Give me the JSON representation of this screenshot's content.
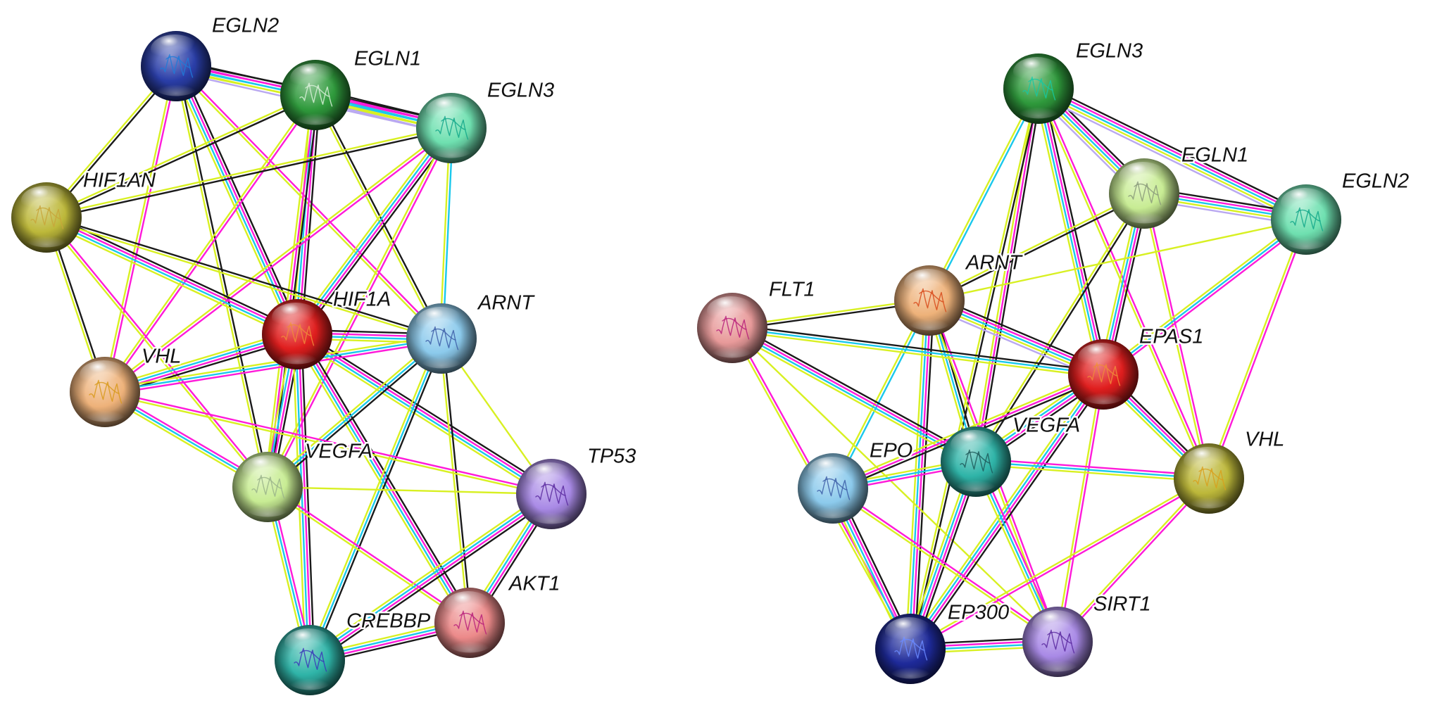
{
  "edge_colors": {
    "black": "#1a1a1a",
    "magenta": "#ff1ad9",
    "cyan": "#1ac8ec",
    "yellow": "#d8f022",
    "lavender": "#b9a8f0"
  },
  "networks": [
    {
      "id": "left",
      "nodes": [
        {
          "id": "EGLN2",
          "label": "EGLN2",
          "color": "#2a3ea8",
          "glyph": "#1e7ad8"
        },
        {
          "id": "EGLN1",
          "label": "EGLN1",
          "color": "#2f9a3c",
          "glyph": "#d8f0d8"
        },
        {
          "id": "EGLN3",
          "label": "EGLN3",
          "color": "#6fe0b0",
          "glyph": "#13a88a"
        },
        {
          "id": "HIF1AN",
          "label": "HIF1AN",
          "color": "#bdb83a",
          "glyph": "#c8a63a"
        },
        {
          "id": "HIF1A",
          "label": "HIF1A",
          "color": "#e01e1e",
          "glyph": "#f08a3a"
        },
        {
          "id": "ARNT",
          "label": "ARNT",
          "color": "#8ccaec",
          "glyph": "#3d5fa8"
        },
        {
          "id": "VHL",
          "label": "VHL",
          "color": "#eeb27a",
          "glyph": "#d89a1c"
        },
        {
          "id": "VEGFA",
          "label": "VEGFA",
          "color": "#c8ec94",
          "glyph": "#9ab48a"
        },
        {
          "id": "TP53",
          "label": "TP53",
          "color": "#a98ae6",
          "glyph": "#5a2aa0"
        },
        {
          "id": "AKT1",
          "label": "AKT1",
          "color": "#ec8a8a",
          "glyph": "#b8207a"
        },
        {
          "id": "CREBBP",
          "label": "CREBBP",
          "color": "#2fb4a8",
          "glyph": "#3a3ab8"
        }
      ],
      "edges": [
        {
          "a": "EGLN2",
          "b": "EGLN1",
          "t": [
            "black",
            "magenta",
            "cyan",
            "yellow"
          ]
        },
        {
          "a": "EGLN2",
          "b": "EGLN3",
          "t": [
            "black",
            "magenta",
            "cyan",
            "yellow",
            "lavender"
          ]
        },
        {
          "a": "EGLN2",
          "b": "HIF1AN",
          "t": [
            "black",
            "yellow"
          ]
        },
        {
          "a": "EGLN2",
          "b": "HIF1A",
          "t": [
            "black",
            "magenta",
            "cyan",
            "yellow"
          ]
        },
        {
          "a": "EGLN2",
          "b": "VHL",
          "t": [
            "magenta",
            "yellow"
          ]
        },
        {
          "a": "EGLN2",
          "b": "VEGFA",
          "t": [
            "black",
            "yellow"
          ]
        },
        {
          "a": "EGLN2",
          "b": "ARNT",
          "t": [
            "magenta",
            "yellow"
          ]
        },
        {
          "a": "EGLN1",
          "b": "EGLN3",
          "t": [
            "black",
            "magenta",
            "cyan",
            "yellow",
            "lavender"
          ]
        },
        {
          "a": "EGLN1",
          "b": "HIF1AN",
          "t": [
            "black",
            "yellow"
          ]
        },
        {
          "a": "EGLN1",
          "b": "HIF1A",
          "t": [
            "black",
            "magenta",
            "cyan",
            "yellow"
          ]
        },
        {
          "a": "EGLN1",
          "b": "VHL",
          "t": [
            "magenta",
            "yellow"
          ]
        },
        {
          "a": "EGLN1",
          "b": "VEGFA",
          "t": [
            "black",
            "magenta",
            "yellow"
          ]
        },
        {
          "a": "EGLN1",
          "b": "ARNT",
          "t": [
            "black",
            "yellow"
          ]
        },
        {
          "a": "EGLN3",
          "b": "HIF1AN",
          "t": [
            "black",
            "yellow"
          ]
        },
        {
          "a": "EGLN3",
          "b": "HIF1A",
          "t": [
            "black",
            "magenta",
            "cyan",
            "yellow"
          ]
        },
        {
          "a": "EGLN3",
          "b": "VHL",
          "t": [
            "magenta",
            "yellow"
          ]
        },
        {
          "a": "EGLN3",
          "b": "VEGFA",
          "t": [
            "magenta",
            "yellow"
          ]
        },
        {
          "a": "EGLN3",
          "b": "ARNT",
          "t": [
            "cyan",
            "yellow"
          ]
        },
        {
          "a": "HIF1AN",
          "b": "HIF1A",
          "t": [
            "black",
            "magenta",
            "cyan",
            "yellow"
          ]
        },
        {
          "a": "HIF1AN",
          "b": "VHL",
          "t": [
            "black",
            "yellow"
          ]
        },
        {
          "a": "HIF1AN",
          "b": "VEGFA",
          "t": [
            "magenta",
            "yellow"
          ]
        },
        {
          "a": "HIF1AN",
          "b": "ARNT",
          "t": [
            "black",
            "yellow"
          ]
        },
        {
          "a": "HIF1A",
          "b": "ARNT",
          "t": [
            "black",
            "magenta",
            "cyan",
            "yellow"
          ]
        },
        {
          "a": "HIF1A",
          "b": "VHL",
          "t": [
            "black",
            "magenta",
            "cyan",
            "yellow"
          ]
        },
        {
          "a": "HIF1A",
          "b": "VEGFA",
          "t": [
            "black",
            "magenta",
            "cyan",
            "yellow"
          ]
        },
        {
          "a": "HIF1A",
          "b": "TP53",
          "t": [
            "black",
            "magenta",
            "cyan",
            "yellow"
          ]
        },
        {
          "a": "HIF1A",
          "b": "AKT1",
          "t": [
            "black",
            "magenta",
            "cyan",
            "yellow"
          ]
        },
        {
          "a": "HIF1A",
          "b": "CREBBP",
          "t": [
            "black",
            "magenta",
            "cyan",
            "yellow"
          ]
        },
        {
          "a": "ARNT",
          "b": "VHL",
          "t": [
            "magenta",
            "cyan",
            "yellow"
          ]
        },
        {
          "a": "ARNT",
          "b": "VEGFA",
          "t": [
            "black",
            "cyan",
            "yellow"
          ]
        },
        {
          "a": "ARNT",
          "b": "TP53",
          "t": [
            "yellow"
          ]
        },
        {
          "a": "ARNT",
          "b": "AKT1",
          "t": [
            "black",
            "yellow"
          ]
        },
        {
          "a": "ARNT",
          "b": "CREBBP",
          "t": [
            "black",
            "cyan",
            "yellow"
          ]
        },
        {
          "a": "VHL",
          "b": "VEGFA",
          "t": [
            "magenta",
            "cyan",
            "yellow"
          ]
        },
        {
          "a": "VHL",
          "b": "TP53",
          "t": [
            "magenta",
            "yellow"
          ]
        },
        {
          "a": "VEGFA",
          "b": "TP53",
          "t": [
            "yellow"
          ]
        },
        {
          "a": "VEGFA",
          "b": "AKT1",
          "t": [
            "magenta",
            "yellow"
          ]
        },
        {
          "a": "VEGFA",
          "b": "CREBBP",
          "t": [
            "magenta",
            "cyan",
            "yellow"
          ]
        },
        {
          "a": "TP53",
          "b": "AKT1",
          "t": [
            "black",
            "magenta",
            "cyan",
            "yellow"
          ]
        },
        {
          "a": "TP53",
          "b": "CREBBP",
          "t": [
            "black",
            "magenta",
            "cyan",
            "yellow"
          ]
        },
        {
          "a": "AKT1",
          "b": "CREBBP",
          "t": [
            "black",
            "magenta",
            "cyan",
            "yellow"
          ]
        }
      ]
    },
    {
      "id": "right",
      "nodes": [
        {
          "id": "EGLN3",
          "label": "EGLN3",
          "color": "#2f9a3c",
          "glyph": "#18c8a0"
        },
        {
          "id": "EGLN1",
          "label": "EGLN1",
          "color": "#c8ec94",
          "glyph": "#8a9a7a"
        },
        {
          "id": "EGLN2",
          "label": "EGLN2",
          "color": "#6fe0b0",
          "glyph": "#13a88a"
        },
        {
          "id": "ARNT",
          "label": "ARNT",
          "color": "#eeb27a",
          "glyph": "#d84a1a"
        },
        {
          "id": "FLT1",
          "label": "FLT1",
          "color": "#e89a9a",
          "glyph": "#b8207a"
        },
        {
          "id": "EPAS1",
          "label": "EPAS1",
          "color": "#e01e1e",
          "glyph": "#f08a3a"
        },
        {
          "id": "VEGFA",
          "label": "VEGFA",
          "color": "#2fb4a8",
          "glyph": "#1e5a5a"
        },
        {
          "id": "EPO",
          "label": "EPO",
          "color": "#8ccaec",
          "glyph": "#3d5fa8"
        },
        {
          "id": "VHL",
          "label": "VHL",
          "color": "#bdb83a",
          "glyph": "#d8a01c"
        },
        {
          "id": "EP300",
          "label": "EP300",
          "color": "#1e2a9a",
          "glyph": "#6a8aff"
        },
        {
          "id": "SIRT1",
          "label": "SIRT1",
          "color": "#a98ae6",
          "glyph": "#5a2aa0"
        }
      ],
      "edges": [
        {
          "a": "EGLN3",
          "b": "EGLN1",
          "t": [
            "black",
            "magenta",
            "cyan",
            "yellow",
            "lavender"
          ]
        },
        {
          "a": "EGLN3",
          "b": "EGLN2",
          "t": [
            "black",
            "magenta",
            "cyan",
            "yellow",
            "lavender"
          ]
        },
        {
          "a": "EGLN3",
          "b": "EPAS1",
          "t": [
            "black",
            "magenta",
            "cyan",
            "yellow"
          ]
        },
        {
          "a": "EGLN3",
          "b": "VHL",
          "t": [
            "magenta",
            "yellow"
          ]
        },
        {
          "a": "EGLN3",
          "b": "VEGFA",
          "t": [
            "black",
            "magenta",
            "yellow"
          ]
        },
        {
          "a": "EGLN3",
          "b": "ARNT",
          "t": [
            "cyan",
            "yellow"
          ]
        },
        {
          "a": "EGLN3",
          "b": "EP300",
          "t": [
            "black",
            "yellow"
          ]
        },
        {
          "a": "EGLN1",
          "b": "EGLN2",
          "t": [
            "black",
            "magenta",
            "cyan",
            "yellow",
            "lavender"
          ]
        },
        {
          "a": "EGLN1",
          "b": "EPAS1",
          "t": [
            "black",
            "magenta",
            "cyan",
            "yellow"
          ]
        },
        {
          "a": "EGLN1",
          "b": "VHL",
          "t": [
            "magenta",
            "yellow"
          ]
        },
        {
          "a": "EGLN1",
          "b": "ARNT",
          "t": [
            "black",
            "yellow"
          ]
        },
        {
          "a": "EGLN1",
          "b": "VEGFA",
          "t": [
            "black",
            "yellow"
          ]
        },
        {
          "a": "EGLN2",
          "b": "EPAS1",
          "t": [
            "magenta",
            "cyan",
            "yellow"
          ]
        },
        {
          "a": "EGLN2",
          "b": "VHL",
          "t": [
            "magenta",
            "yellow"
          ]
        },
        {
          "a": "EGLN2",
          "b": "ARNT",
          "t": [
            "yellow"
          ]
        },
        {
          "a": "ARNT",
          "b": "FLT1",
          "t": [
            "black",
            "yellow"
          ]
        },
        {
          "a": "ARNT",
          "b": "EPAS1",
          "t": [
            "black",
            "magenta",
            "cyan",
            "yellow",
            "lavender"
          ]
        },
        {
          "a": "ARNT",
          "b": "VEGFA",
          "t": [
            "black",
            "cyan",
            "yellow"
          ]
        },
        {
          "a": "ARNT",
          "b": "EPO",
          "t": [
            "cyan",
            "yellow"
          ]
        },
        {
          "a": "ARNT",
          "b": "EP300",
          "t": [
            "black",
            "magenta",
            "cyan",
            "yellow"
          ]
        },
        {
          "a": "ARNT",
          "b": "SIRT1",
          "t": [
            "magenta",
            "yellow"
          ]
        },
        {
          "a": "FLT1",
          "b": "EPAS1",
          "t": [
            "black",
            "cyan",
            "yellow"
          ]
        },
        {
          "a": "FLT1",
          "b": "VEGFA",
          "t": [
            "black",
            "magenta",
            "cyan",
            "yellow"
          ]
        },
        {
          "a": "FLT1",
          "b": "EP300",
          "t": [
            "magenta",
            "yellow"
          ]
        },
        {
          "a": "FLT1",
          "b": "SIRT1",
          "t": [
            "yellow"
          ]
        },
        {
          "a": "EPAS1",
          "b": "VEGFA",
          "t": [
            "black",
            "magenta",
            "cyan",
            "yellow"
          ]
        },
        {
          "a": "EPAS1",
          "b": "EPO",
          "t": [
            "black",
            "magenta",
            "yellow"
          ]
        },
        {
          "a": "EPAS1",
          "b": "VHL",
          "t": [
            "black",
            "magenta",
            "cyan",
            "yellow"
          ]
        },
        {
          "a": "EPAS1",
          "b": "EP300",
          "t": [
            "black",
            "magenta",
            "cyan",
            "yellow"
          ]
        },
        {
          "a": "EPAS1",
          "b": "SIRT1",
          "t": [
            "magenta",
            "yellow"
          ]
        },
        {
          "a": "VEGFA",
          "b": "EPO",
          "t": [
            "magenta",
            "cyan",
            "yellow"
          ]
        },
        {
          "a": "VEGFA",
          "b": "VHL",
          "t": [
            "magenta",
            "cyan",
            "yellow"
          ]
        },
        {
          "a": "VEGFA",
          "b": "EP300",
          "t": [
            "black",
            "magenta",
            "cyan",
            "yellow"
          ]
        },
        {
          "a": "VEGFA",
          "b": "SIRT1",
          "t": [
            "magenta",
            "cyan",
            "yellow"
          ]
        },
        {
          "a": "EPO",
          "b": "EP300",
          "t": [
            "black",
            "magenta",
            "cyan",
            "yellow"
          ]
        },
        {
          "a": "EPO",
          "b": "SIRT1",
          "t": [
            "magenta",
            "yellow"
          ]
        },
        {
          "a": "VHL",
          "b": "EP300",
          "t": [
            "magenta",
            "yellow"
          ]
        },
        {
          "a": "VHL",
          "b": "SIRT1",
          "t": [
            "magenta",
            "yellow"
          ]
        },
        {
          "a": "EP300",
          "b": "SIRT1",
          "t": [
            "black",
            "magenta",
            "cyan",
            "yellow"
          ]
        }
      ]
    }
  ]
}
